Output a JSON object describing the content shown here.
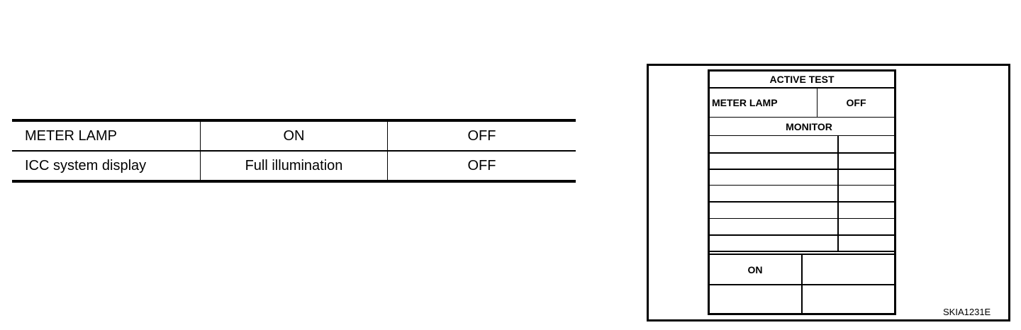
{
  "spec_table": {
    "rows": [
      {
        "item": "METER LAMP",
        "on": "ON",
        "off": "OFF"
      },
      {
        "item": "ICC system display",
        "on": "Full illumination",
        "off": "OFF"
      }
    ]
  },
  "figure": {
    "header": "ACTIVE TEST",
    "test_item": "METER LAMP",
    "test_value": "OFF",
    "monitor_header": "MONITOR",
    "on_button": "ON",
    "figure_code": "SKIA1231E"
  }
}
